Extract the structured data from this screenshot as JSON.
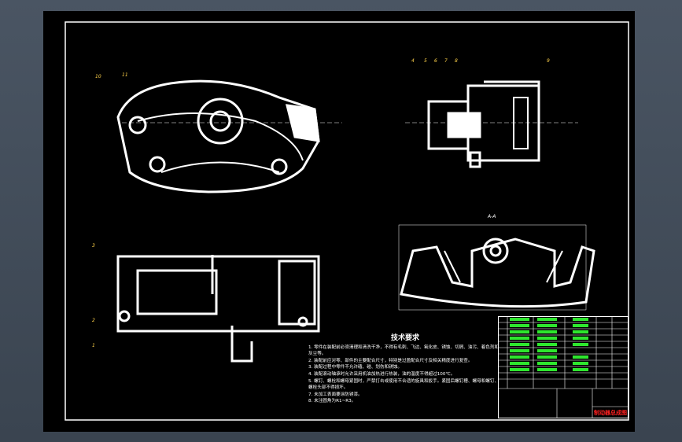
{
  "tech_requirements": {
    "title": "技术要求",
    "items": [
      "1. 零件在装配前必须清理和清洗干净，不得有毛刺、飞边、氧化皮、锈蚀、切屑、油污、着色剂和灰尘等。",
      "2. 装配前应对零、部件的主要配合尺寸，特别是过盈配合尺寸及相关精度进行复查。",
      "3. 装配过程中零件不允许磕、碰、划伤和锈蚀。",
      "4. 装配滚动轴承时允许采用机油加热进行热装，油的温度不得超过100℃。",
      "5. 螺钉、螺栓和螺母紧固时，严禁打击或使用不合适的旋具和扳手。紧固后螺钉槽、螺母和螺钉、螺栓头部不得损坏。",
      "7. 未加工表面要涂防锈漆。",
      "8. 未注圆角为R1~R3。"
    ]
  },
  "part_labels": [
    "10",
    "11",
    "4",
    "5",
    "6",
    "7",
    "8",
    "9",
    "3",
    "2",
    "1"
  ],
  "section_label": "A-A",
  "title_block": {
    "drawing_title": "制动器总成图"
  },
  "colors": {
    "background": "#000000",
    "lines": "#ffffff",
    "parts_list_text": "#2ee62e",
    "title": "#ff2020",
    "frame_outer": "#4a5563"
  }
}
